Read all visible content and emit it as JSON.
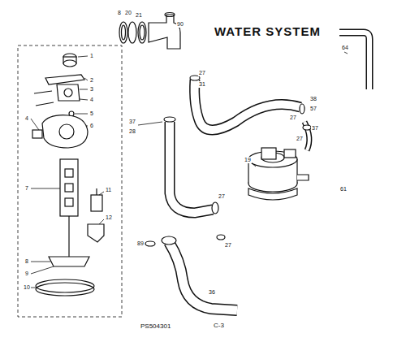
{
  "diagram": {
    "title": "WATER SYSTEM",
    "labels": [
      "8",
      "20",
      "21",
      "90",
      "27",
      "31",
      "64",
      "38",
      "57",
      "27",
      "37",
      "27",
      "19",
      "61",
      "37",
      "28",
      "27",
      "89",
      "27",
      "36",
      "1",
      "2",
      "3",
      "4",
      "5",
      "6",
      "4",
      "7",
      "8",
      "9",
      "10",
      "11",
      "12",
      "PS504301",
      "C-3"
    ]
  }
}
